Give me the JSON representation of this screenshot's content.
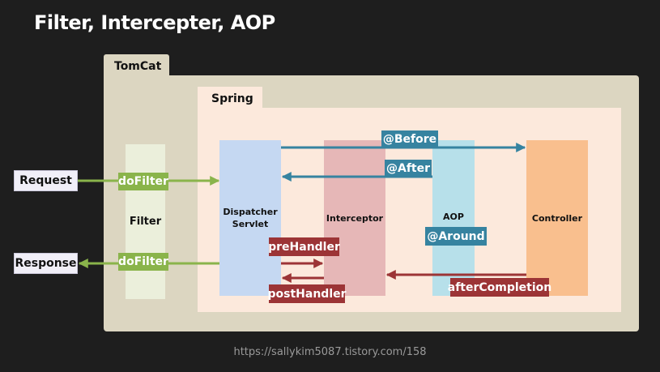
{
  "title": "Filter, Intercepter, AOP",
  "containers": {
    "tomcat": "TomCat",
    "spring": "Spring"
  },
  "components": {
    "filter": "Filter",
    "dispatcher_line1": "Dispatcher",
    "dispatcher_line2": "Servlet",
    "interceptor": "Interceptor",
    "aop": "AOP",
    "controller": "Controller"
  },
  "endpoints": {
    "request": "Request",
    "response": "Response"
  },
  "flow_labels": {
    "dofilter_in": "doFilter",
    "dofilter_out": "doFilter",
    "before": "@Before",
    "after": "@After",
    "around": "@Around",
    "prehandler": "preHandler",
    "posthandler": "postHandler",
    "aftercompletion": "afterCompletion"
  },
  "colors": {
    "green": "#8ab44b",
    "blue": "#3683a0",
    "red": "#9c3436"
  },
  "source_url": "https://sallykim5087.tistory.com/158"
}
